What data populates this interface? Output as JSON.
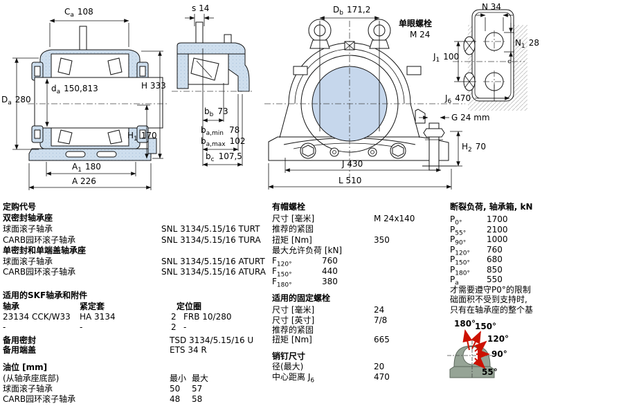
{
  "page": {
    "bg": "#ffffff",
    "section_blue": "#cfdfee",
    "bore_blue": "#c6d7ec",
    "arrow_red": "#cc1100"
  },
  "drawings": {
    "front_view": {
      "dims": {
        "ca": {
          "base": "C",
          "sub": "a",
          "val": "108"
        },
        "Da": {
          "base": "D",
          "sub": "a",
          "val": "280"
        },
        "da": {
          "base": "d",
          "sub": "a",
          "val": "150,813"
        },
        "H": {
          "text": "H 333"
        },
        "H1": {
          "base": "H",
          "sub": "1",
          "val": "170"
        },
        "A1": {
          "base": "A",
          "sub": "1",
          "val": "180"
        },
        "A": {
          "text": "A 226"
        }
      }
    },
    "side_view": {
      "dims": {
        "s": {
          "text": "s 14"
        },
        "bb": {
          "base": "b",
          "sub": "b",
          "val": "73"
        },
        "ba_min": {
          "base": "b",
          "sub": "a,min",
          "val": "78"
        },
        "ba_max": {
          "base": "b",
          "sub": "a,max",
          "val": "102"
        },
        "bc": {
          "base": "b",
          "sub": "c",
          "val": "107,5"
        }
      }
    },
    "main_view": {
      "eyebolt_title": "单眼螺栓",
      "eyebolt_size": "M 24",
      "dims": {
        "Db": {
          "base": "D",
          "sub": "b",
          "val": "171,2"
        },
        "J": {
          "text": "J 430"
        },
        "L": {
          "text": "L 510"
        },
        "G": {
          "text": "G 24 mm"
        },
        "H2": {
          "base": "H",
          "sub": "2",
          "val": "70"
        }
      }
    },
    "plan_view": {
      "dims": {
        "N": {
          "text": "N 34"
        },
        "N1": {
          "base": "N",
          "sub": "1",
          "val": "28"
        },
        "J1": {
          "base": "J",
          "sub": "1",
          "val": "100"
        },
        "J6": {
          "base": "J",
          "sub": "6",
          "val": "470"
        }
      }
    },
    "angle_diagram": {
      "labels": [
        "180°",
        "150°",
        "120°",
        "90°",
        "55°"
      ]
    }
  },
  "ordering": {
    "title": "定购代号",
    "double_seal_title": "双密封轴承座",
    "single_seal_title": "单密封和单端盖轴承座",
    "rows": [
      {
        "label": "球面滚子轴承",
        "value": "SNL 3134/5.15/16 TURT"
      },
      {
        "label": "CARB园环滚子轴承",
        "value": "SNL 3134/5.15/16 TURA"
      },
      {
        "label": "球面滚子轴承",
        "value": "SNL 3134/5.15/16 ATURT"
      },
      {
        "label": "CARB园环滚子轴承",
        "value": "SNL 3134/5.15/16 ATURA"
      }
    ]
  },
  "cap_bolts": {
    "title": "有帽螺栓",
    "size_label": "尺寸 [毫米]",
    "size_value": "M 24x140",
    "tighten_label": "推荐的紧固",
    "torque_label": "扭矩 [Nm]",
    "torque_value": "350",
    "max_load_label": "最大允许负荷 [kN]",
    "loads": [
      {
        "base": "F",
        "sub": "120°",
        "value": "760"
      },
      {
        "base": "F",
        "sub": "150°",
        "value": "440"
      },
      {
        "base": "F",
        "sub": "180°",
        "value": "380"
      }
    ]
  },
  "fixing_bolts": {
    "title": "适用的固定螺栓",
    "size_mm_label": "尺寸 [毫米]",
    "size_mm_value": "24",
    "size_in_label": "尺寸 [英寸]",
    "size_in_value": "7/8",
    "tighten_label": "推荐的紧固",
    "torque_label": "扭矩 [Nm]",
    "torque_value": "665"
  },
  "pins": {
    "title": "销钉尺寸",
    "dia_label": "径(最大)",
    "dia_value": "20",
    "cc_label": "中心距离 J",
    "cc_sub": "6",
    "cc_value": "470"
  },
  "breaking_loads": {
    "title": "断裂负荷, 轴承箱, kN",
    "rows": [
      {
        "base": "P",
        "sub": "0°",
        "value": "1700"
      },
      {
        "base": "P",
        "sub": "55°",
        "value": "2100"
      },
      {
        "base": "P",
        "sub": "90°",
        "value": "1000"
      },
      {
        "base": "P",
        "sub": "120°",
        "value": "760"
      },
      {
        "base": "P",
        "sub": "150°",
        "value": "680"
      },
      {
        "base": "P",
        "sub": "180°",
        "value": "850"
      },
      {
        "base": "P",
        "sub": "a",
        "value": "550"
      }
    ],
    "notes": [
      "才需要遵守P0°的限制",
      "础面积不受到支持时,",
      "只有在轴承座的整个基"
    ]
  },
  "accessories": {
    "title": "适用的SKF轴承和附件",
    "col_bearing": "轴承",
    "col_sleeve": "紧定套",
    "col_ring": "定位圈",
    "rows": [
      {
        "bearing": "23134 CCK/W33",
        "sleeve": "HA 3134",
        "qty": "2",
        "ring": "FRB 10/280"
      },
      {
        "bearing": "-",
        "sleeve": "-",
        "qty": "2",
        "ring": "-"
      }
    ],
    "spare_seal_label": "备用密封",
    "spare_seal_value": "TSD 3134/5.15/16 U",
    "spare_cover_label": "备用端盖",
    "spare_cover_value": "ETS 34 R",
    "oil_title": "油位 [mm]",
    "oil_note": "(从轴承座底部)",
    "min_label": "最小",
    "max_label": "最大",
    "oil_rows": [
      {
        "label": "球面滚子轴承",
        "min": "50",
        "max": "57"
      },
      {
        "label": "CARB园环滚子轴承",
        "min": "48",
        "max": "58"
      }
    ]
  }
}
